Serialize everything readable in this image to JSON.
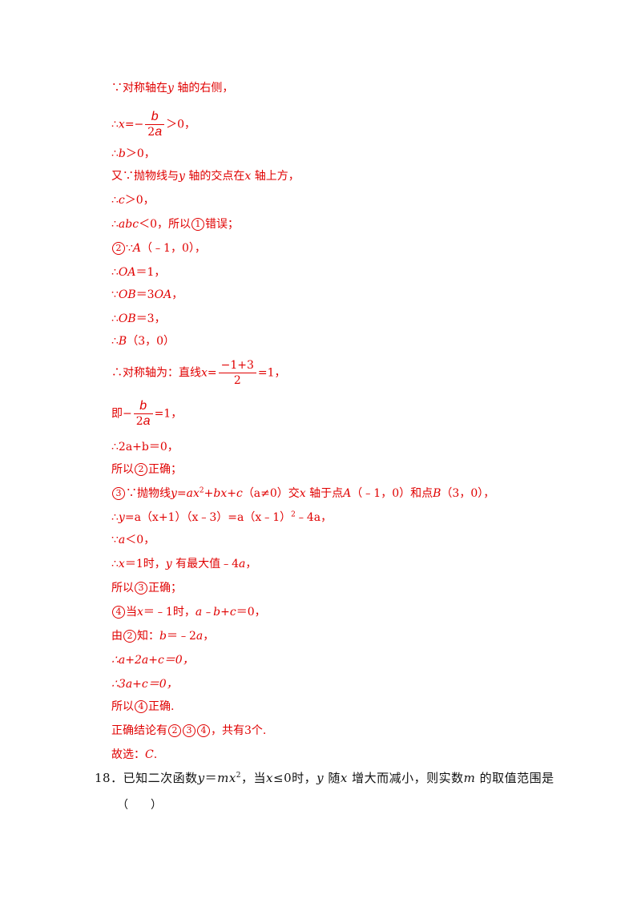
{
  "solution": {
    "l1": {
      "because": "∵",
      "t1": "对称轴在",
      "y": "y",
      "t2": " 轴的右侧，"
    },
    "l2": {
      "therefore": "∴",
      "x": "x",
      "eq": "=−",
      "num": "b",
      "den_pre": "2",
      "den_a": "a",
      "rest": "＞0，"
    },
    "l3": {
      "therefore": "∴",
      "b": "b",
      "rest": "＞0，"
    },
    "l4": {
      "t1": "又∵抛物线与",
      "y": "y",
      "t2": " 轴的交点在",
      "x": "x",
      "t3": " 轴上方，"
    },
    "l5": {
      "therefore": "∴",
      "c": "c",
      "rest": "＞0，"
    },
    "l6": {
      "therefore": "∴",
      "abc": "abc",
      "rest": "＜0，所以",
      "circ": "1",
      "tail": "错误；"
    },
    "l7": {
      "circ": "2",
      "therefore": "∵",
      "A": "A",
      "rest": "（﹣1，0），"
    },
    "l8": {
      "therefore": "∴",
      "OA": "OA",
      "rest": "＝1，"
    },
    "l9": {
      "because": "∵",
      "OB": "OB",
      "eq": "＝3",
      "OA": "OA",
      "tail": "，"
    },
    "l10": {
      "therefore": "∴",
      "OB": "OB",
      "rest": "＝3，"
    },
    "l11": {
      "therefore": "∴",
      "B": "B",
      "rest": "（3，0）"
    },
    "l12": {
      "t1": "∴对称轴为：直线",
      "x": "x",
      "eq": "=",
      "num": "−1+3",
      "den": "2",
      "rest": "=1，"
    },
    "l13": {
      "t1": "即−",
      "num": "b",
      "den_pre": "2",
      "den_a": "a",
      "rest": "=1，"
    },
    "l14": {
      "text": "∴2a+b＝0，"
    },
    "l15": {
      "t1": "所以",
      "circ": "2",
      "t2": "正确；"
    },
    "l16": {
      "circ": "3",
      "t1": "∵抛物线",
      "y": "y",
      "eq1": "=",
      "ax": "ax",
      "sup": "2",
      "plus1": "+",
      "bx": "bx",
      "plus2": "+",
      "c": "c",
      "cond": "（a≠0）交",
      "x": "x",
      "t2": " 轴于点",
      "A": "A",
      "t3": "（﹣1，0）和点",
      "B": "B",
      "t4": "（3，0），"
    },
    "l17": {
      "therefore": "∴",
      "y": "y",
      "rest": "=a（x+1）（x﹣3）=a（x﹣1）",
      "sup": "2",
      "tail": "﹣4a，"
    },
    "l18": {
      "therefore": "∵",
      "a": "a",
      "rest": "＜0，"
    },
    "l19": {
      "therefore": "∴",
      "x": "x",
      "t1": "＝1时，",
      "y": "y",
      "t2": " 有最大值﹣4",
      "a": "a",
      "tail": "，"
    },
    "l20": {
      "t1": "所以",
      "circ": "3",
      "t2": "正确；"
    },
    "l21": {
      "circ": "4",
      "t1": "当",
      "x": "x",
      "t2": "＝﹣1时，",
      "expr": "a﹣b+c",
      "t3": "＝0，"
    },
    "l22": {
      "t1": "由",
      "circ": "2",
      "t2": "知：",
      "b": "b",
      "t3": "＝﹣2",
      "a": "a",
      "tail": "，"
    },
    "l23": {
      "text": "∴a+2a+c＝0，"
    },
    "l24": {
      "text": "∴3a+c＝0，"
    },
    "l25": {
      "t1": "所以",
      "circ": "4",
      "t2": "正确."
    },
    "l26": {
      "t1": "正确结论有",
      "c1": "2",
      "c2": "3",
      "c3": "4",
      "t2": "，共有3个."
    },
    "l27": {
      "t1": "故选：",
      "ans": "C",
      "tail": "."
    }
  },
  "question18": {
    "number": "18．",
    "t1": "已知二次函数",
    "y": "y",
    "eq": "＝",
    "mx": "mx",
    "sup": "2",
    "t2": "，当",
    "x1": "x",
    "cond": "≤0时，",
    "y2": "y",
    "t3": " 随",
    "x2": "x",
    "t4": " 增大而减小，则实数",
    "m": "m",
    "t5": " 的取值范围是",
    "paren": "（　　）"
  }
}
